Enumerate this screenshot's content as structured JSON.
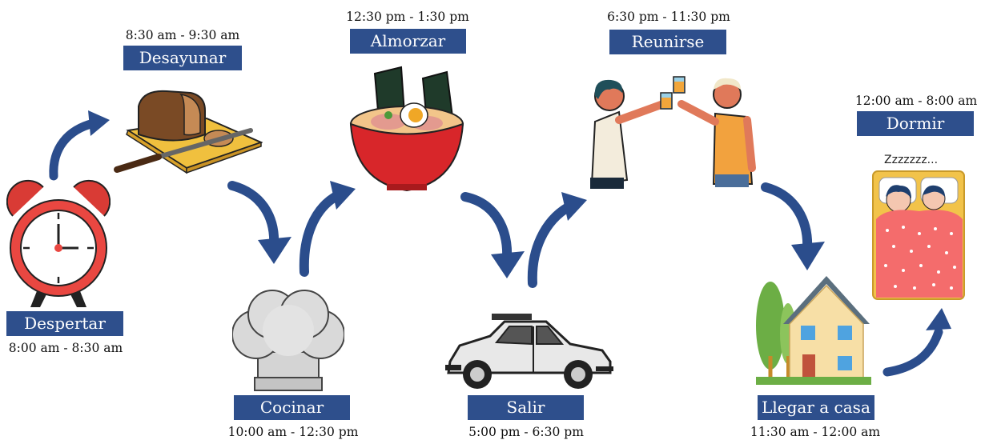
{
  "colors": {
    "label_bg": "#2e4f8c",
    "arrow": "#2b4d8c",
    "label_text": "#ffffff"
  },
  "activities": [
    {
      "label": "Despertar",
      "time": "8:00 am - 8:30 am",
      "icon": "alarm-clock-icon"
    },
    {
      "label": "Desayunar",
      "time": "8:30 am - 9:30 am",
      "icon": "bread-board-icon"
    },
    {
      "label": "Cocinar",
      "time": "10:00 am - 12:30 pm",
      "icon": "chef-hat-icon"
    },
    {
      "label": "Almorzar",
      "time": "12:30 pm - 1:30 pm",
      "icon": "ramen-bowl-icon"
    },
    {
      "label": "Salir",
      "time": "5:00 pm - 6:30 pm",
      "icon": "car-icon"
    },
    {
      "label": "Reunirse",
      "time": "6:30 pm - 11:30 pm",
      "icon": "toasting-friends-icon"
    },
    {
      "label": "Llegar a casa",
      "time": "11:30 am - 12:00 am",
      "icon": "house-icon"
    },
    {
      "label": "Dormir",
      "time": "12:00 am - 8:00 am",
      "icon": "sleeping-couple-icon"
    }
  ],
  "sleep_text": "Zzzzzzz..."
}
